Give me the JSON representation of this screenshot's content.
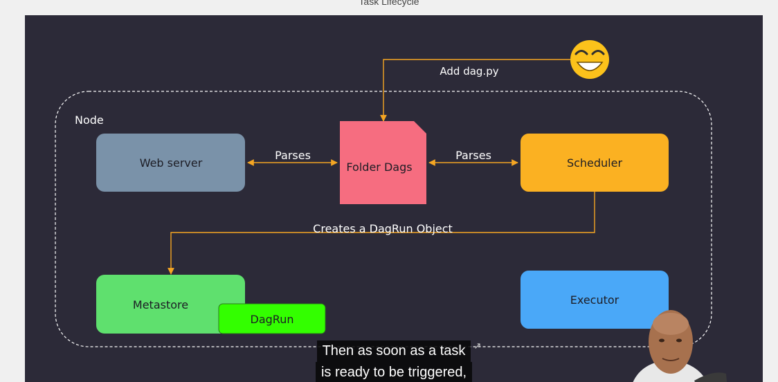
{
  "page": {
    "title": "Task Lifecycle"
  },
  "diagram": {
    "node_label": "Node",
    "boxes": {
      "web_server": "Web server",
      "folder_dags": "Folder Dags",
      "scheduler": "Scheduler",
      "metastore": "Metastore",
      "dagrun": "DagRun",
      "executor": "Executor"
    },
    "arrows": {
      "add_dag": "Add dag.py",
      "parses_left": "Parses",
      "parses_right": "Parses",
      "creates": "Creates a DagRun Object"
    },
    "colors": {
      "background": "#2c2a38",
      "arrow": "#f5a623",
      "web_server": "#7a92a9",
      "folder_dags": "#f66d80",
      "scheduler": "#fbb122",
      "metastore": "#5fe06e",
      "dagrun": "#33ff00",
      "executor": "#4aa8f8"
    },
    "emoji_icon": "grinning-face-icon"
  },
  "video": {
    "subtitles": [
      "Then as soon as a task",
      "is ready to be triggered,"
    ],
    "popout_icon": "popout-arrow-icon"
  }
}
